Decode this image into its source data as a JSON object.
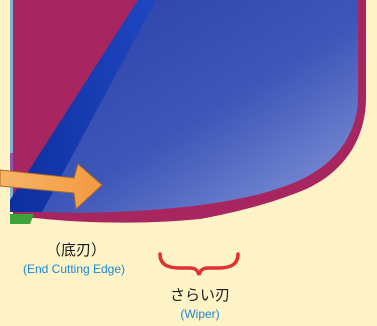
{
  "labels": {
    "end_cutting_edge_jp": "（底刃）",
    "end_cutting_edge_en": "(End Cutting Edge)",
    "wiper_jp": "さらい刃",
    "wiper_en": "(Wiper)"
  },
  "colors": {
    "background": "#fdf3c7",
    "blade_blue": "#3d56b8",
    "edge_magenta": "#a8265f",
    "holder_light_blue": "#7fb4d6",
    "holder_purple": "#8a5aa8",
    "arrow_orange": "#f5a552",
    "brace_red": "#e53030",
    "tip_green": "#3aa33a",
    "label_blue": "#1e88d4"
  }
}
